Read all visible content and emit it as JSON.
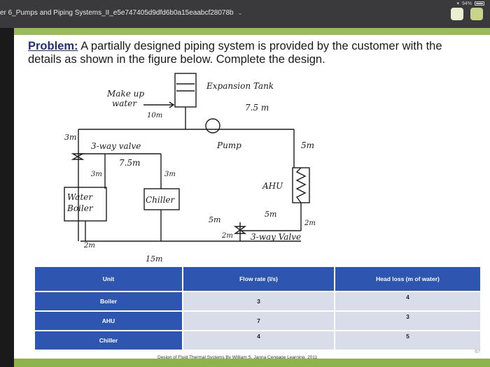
{
  "status_bar": {
    "battery": "94%"
  },
  "document": {
    "title": "er 6_Pumps and Piping Systems_II_e5e747405d9dfd6b0a15eaabcf28078b"
  },
  "slide": {
    "problem_label": "Problem:",
    "problem_text": " A partially designed piping system is provided by the customer with the details as shown in the figure below. Complete the design.",
    "footer": "Design of Fluid Thermal Systems By William S. Janna Cengage Learning, 2011",
    "page_number": "67"
  },
  "figure": {
    "makeup_water": "Make up water",
    "makeup_line1": "Make up",
    "makeup_line2": "water",
    "expansion_tank": "Expansion Tank",
    "dim_10m": "10m",
    "dim_7_5m_top": "7.5 m",
    "dim_3m_left": "3m",
    "three_way_valve_left": "3-way valve",
    "pump": "Pump",
    "dim_5m_right": "5m",
    "dim_7_5m_mid": "7.5m",
    "dim_3m_a": "3m",
    "dim_3m_b": "3m",
    "ahu": "AHU",
    "water_boiler": "Water Boiler",
    "boiler_line1": "Water",
    "boiler_line2": "Boiler",
    "chiller": "Chiller",
    "dim_5m_a": "5m",
    "dim_5m_b": "5m",
    "dim_2m_right": "2m",
    "dim_2m_valve": "2m",
    "three_way_valve_bottom": "3-way Valve",
    "dim_2m_left": "2m",
    "dim_15m": "15m"
  },
  "table": {
    "headers": [
      "Unit",
      "Flow rate (l/s)",
      "Head loss (m of water)"
    ],
    "rows": [
      {
        "unit": "Boiler",
        "flow": "3",
        "head": "4"
      },
      {
        "unit": "AHU",
        "flow": "7",
        "head": "3"
      },
      {
        "unit": "Chiller",
        "flow": "4",
        "head": "5"
      }
    ]
  }
}
